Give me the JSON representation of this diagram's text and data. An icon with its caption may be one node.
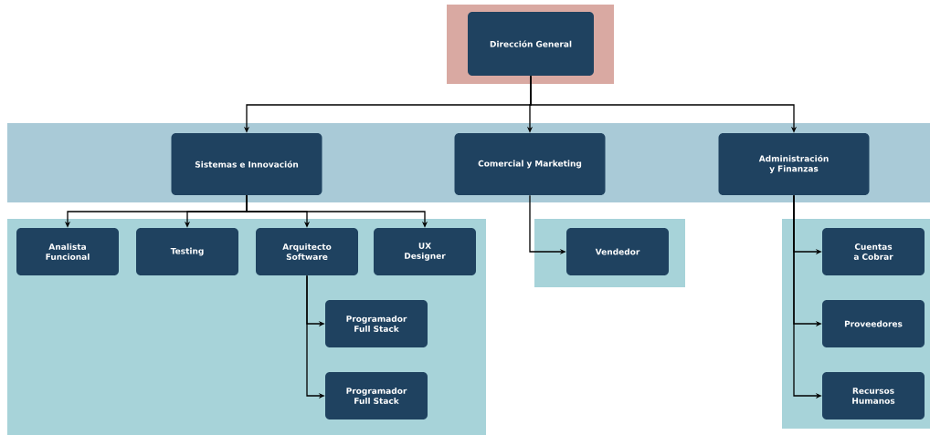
{
  "diagram": {
    "nodes": [
      {
        "text": [
          "Dirección General"
        ]
      },
      {
        "text": [
          "Sistemas e Innovación"
        ]
      },
      {
        "text": [
          "Comercial y Marketing"
        ]
      },
      {
        "text": [
          "Administración y Finanzas"
        ]
      },
      {
        "text": [
          "Analista Funcional"
        ]
      },
      {
        "text": [
          "Testing"
        ]
      },
      {
        "text": [
          "Arquitecto Software"
        ]
      },
      {
        "text": [
          "UX Designer"
        ]
      },
      {
        "text": [
          "Vendedor"
        ]
      },
      {
        "text": [
          "Programador Full Stack"
        ]
      },
      {
        "text": [
          "Programador Full Stack"
        ]
      },
      {
        "text": [
          "Cuentas a Cobrar"
        ]
      },
      {
        "text": [
          "Proveedores"
        ]
      },
      {
        "text": [
          "Recursos Humanos"
        ]
      }
    ],
    "edges": [
      {
        "from": 0,
        "to": 1,
        "arrow": "to"
      },
      {
        "from": 0,
        "to": 2,
        "arrow": "to"
      },
      {
        "from": 0,
        "to": 3,
        "arrow": "to"
      },
      {
        "from": 1,
        "to": 4,
        "arrow": "to"
      },
      {
        "from": 1,
        "to": 5,
        "arrow": "to"
      },
      {
        "from": 1,
        "to": 6,
        "arrow": "to"
      },
      {
        "from": 1,
        "to": 7,
        "arrow": "to"
      },
      {
        "from": 2,
        "to": 8,
        "arrow": "to"
      },
      {
        "from": 6,
        "to": 9,
        "arrow": "to"
      },
      {
        "from": 6,
        "to": 10,
        "arrow": "to"
      },
      {
        "from": 3,
        "to": 11,
        "arrow": "to"
      },
      {
        "from": 3,
        "to": 12,
        "arrow": "to"
      },
      {
        "from": 3,
        "to": 13,
        "arrow": "to"
      }
    ]
  }
}
